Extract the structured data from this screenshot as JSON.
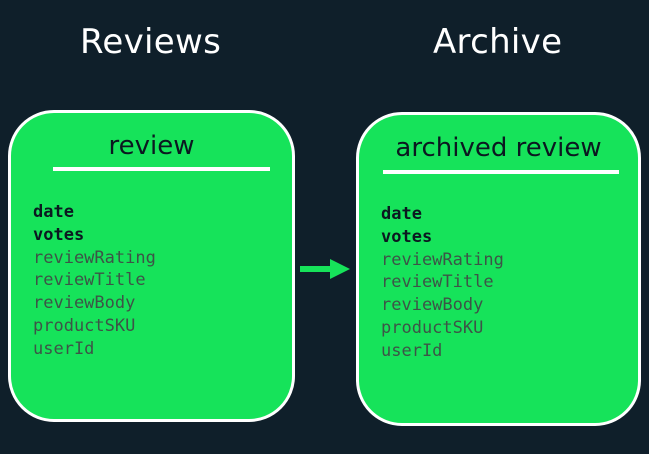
{
  "headings": {
    "left": "Reviews",
    "right": "Archive"
  },
  "left_card": {
    "title": "review",
    "fields": [
      {
        "name": "date",
        "emphasis": "bold"
      },
      {
        "name": "votes",
        "emphasis": "bold"
      },
      {
        "name": "reviewRating",
        "emphasis": "normal"
      },
      {
        "name": "reviewTitle",
        "emphasis": "normal"
      },
      {
        "name": "reviewBody",
        "emphasis": "normal"
      },
      {
        "name": "productSKU",
        "emphasis": "normal"
      },
      {
        "name": "userId",
        "emphasis": "normal"
      }
    ]
  },
  "right_card": {
    "title": "archived review",
    "fields": [
      {
        "name": "date",
        "emphasis": "bold"
      },
      {
        "name": "votes",
        "emphasis": "bold"
      },
      {
        "name": "reviewRating",
        "emphasis": "normal"
      },
      {
        "name": "reviewTitle",
        "emphasis": "normal"
      },
      {
        "name": "reviewBody",
        "emphasis": "normal"
      },
      {
        "name": "productSKU",
        "emphasis": "normal"
      },
      {
        "name": "userId",
        "emphasis": "normal"
      }
    ]
  },
  "colors": {
    "background": "#0f1f2a",
    "card_fill": "#16e35a",
    "card_border": "#ffffff",
    "arrow": "#16e35a"
  },
  "arrow_icon": "right-arrow-icon"
}
